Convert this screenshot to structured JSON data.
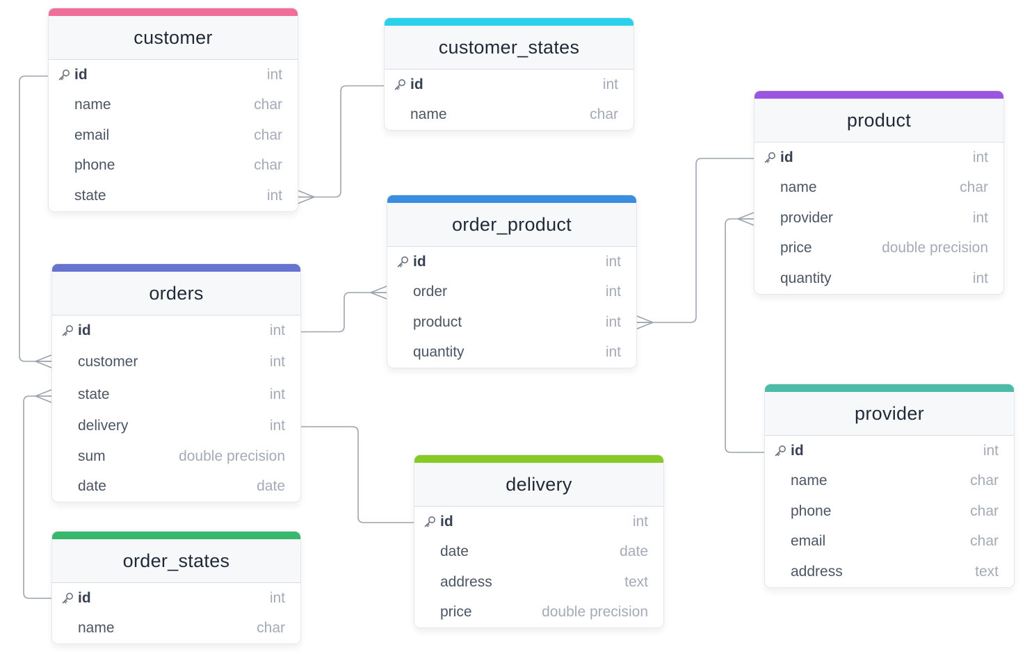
{
  "tables": {
    "customer": {
      "title": "customer",
      "color": "#f06e9a",
      "columns": [
        {
          "name": "id",
          "type": "int",
          "primary_key": true
        },
        {
          "name": "name",
          "type": "char"
        },
        {
          "name": "email",
          "type": "char"
        },
        {
          "name": "phone",
          "type": "char"
        },
        {
          "name": "state",
          "type": "int"
        }
      ]
    },
    "customer_states": {
      "title": "customer_states",
      "color": "#2bd0ea",
      "columns": [
        {
          "name": "id",
          "type": "int",
          "primary_key": true
        },
        {
          "name": "name",
          "type": "char"
        }
      ]
    },
    "product": {
      "title": "product",
      "color": "#9b55e0",
      "columns": [
        {
          "name": "id",
          "type": "int",
          "primary_key": true
        },
        {
          "name": "name",
          "type": "char"
        },
        {
          "name": "provider",
          "type": "int"
        },
        {
          "name": "price",
          "type": "double precision"
        },
        {
          "name": "quantity",
          "type": "int"
        }
      ]
    },
    "order_product": {
      "title": "order_product",
      "color": "#3a8ee0",
      "columns": [
        {
          "name": "id",
          "type": "int",
          "primary_key": true
        },
        {
          "name": "order",
          "type": "int"
        },
        {
          "name": "product",
          "type": "int"
        },
        {
          "name": "quantity",
          "type": "int"
        }
      ]
    },
    "orders": {
      "title": "orders",
      "color": "#6674d0",
      "columns": [
        {
          "name": "id",
          "type": "int",
          "primary_key": true
        },
        {
          "name": "customer",
          "type": "int"
        },
        {
          "name": "state",
          "type": "int"
        },
        {
          "name": "delivery",
          "type": "int"
        },
        {
          "name": "sum",
          "type": "double precision"
        },
        {
          "name": "date",
          "type": "date"
        }
      ]
    },
    "provider": {
      "title": "provider",
      "color": "#4cbba8",
      "columns": [
        {
          "name": "id",
          "type": "int",
          "primary_key": true
        },
        {
          "name": "name",
          "type": "char"
        },
        {
          "name": "phone",
          "type": "char"
        },
        {
          "name": "email",
          "type": "char"
        },
        {
          "name": "address",
          "type": "text"
        }
      ]
    },
    "delivery": {
      "title": "delivery",
      "color": "#88c926",
      "columns": [
        {
          "name": "id",
          "type": "int",
          "primary_key": true
        },
        {
          "name": "date",
          "type": "date"
        },
        {
          "name": "address",
          "type": "text"
        },
        {
          "name": "price",
          "type": "double precision"
        }
      ]
    },
    "order_states": {
      "title": "order_states",
      "color": "#38b86c",
      "columns": [
        {
          "name": "id",
          "type": "int",
          "primary_key": true
        },
        {
          "name": "name",
          "type": "char"
        }
      ]
    }
  },
  "relationships": [
    {
      "from": "customer.state",
      "to": "customer_states.id",
      "type": "many-to-one"
    },
    {
      "from": "orders.customer",
      "to": "customer.id",
      "type": "many-to-one"
    },
    {
      "from": "orders.state",
      "to": "order_states.id",
      "type": "many-to-one"
    },
    {
      "from": "order_product.order",
      "to": "orders.id",
      "type": "many-to-one"
    },
    {
      "from": "order_product.product",
      "to": "product.id",
      "type": "many-to-one"
    },
    {
      "from": "product.provider",
      "to": "provider.id",
      "type": "many-to-one"
    },
    {
      "from": "orders.delivery",
      "to": "delivery.id",
      "type": "one-to-one"
    }
  ]
}
